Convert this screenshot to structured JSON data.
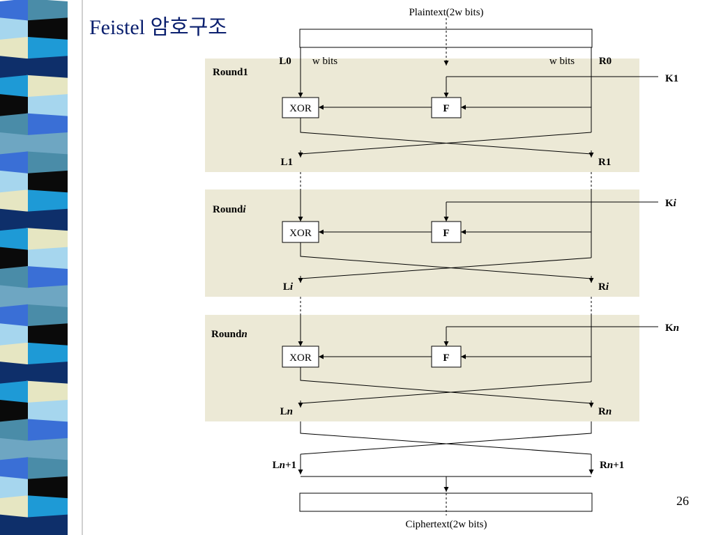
{
  "title": "Feistel 암호구조",
  "page_number": "26",
  "diagram": {
    "plaintext_label": "Plaintext(2w bits)",
    "ciphertext_label": "Ciphertext(2w bits)",
    "w_bits_left": "w bits",
    "w_bits_right": "w bits",
    "l0": "L0",
    "r0": "R0",
    "xor_label": "XOR",
    "f_label": "F",
    "rounds": [
      {
        "round_prefix": "Round",
        "round_suffix": "1",
        "key_prefix": "K",
        "key_suffix": "1",
        "l_prefix": "L",
        "l_suffix": "1",
        "r_prefix": "R",
        "r_suffix": "1"
      },
      {
        "round_prefix": "Round",
        "round_suffix": "i",
        "key_prefix": "K",
        "key_suffix": "i",
        "l_prefix": "L",
        "l_suffix": "i",
        "r_prefix": "R",
        "r_suffix": "i"
      },
      {
        "round_prefix": "Round",
        "round_suffix": "n",
        "key_prefix": "K",
        "key_suffix": "n",
        "l_prefix": "L",
        "l_suffix": "n",
        "r_prefix": "R",
        "r_suffix": "n"
      }
    ],
    "final_l_prefix": "L",
    "final_l_var": "n",
    "final_l_end": "+1",
    "final_r_prefix": "R",
    "final_r_var": "n",
    "final_r_end": "+1"
  },
  "colors": {
    "round_bg": "#ece9d6",
    "title": "#0a1f6e",
    "strip": [
      "#4a8ca8",
      "#0e2f6a",
      "#3a6fd6",
      "#0a0a0a",
      "#e6e6c2",
      "#6ea6c2",
      "#1e9ad6",
      "#a6d6ee"
    ]
  }
}
